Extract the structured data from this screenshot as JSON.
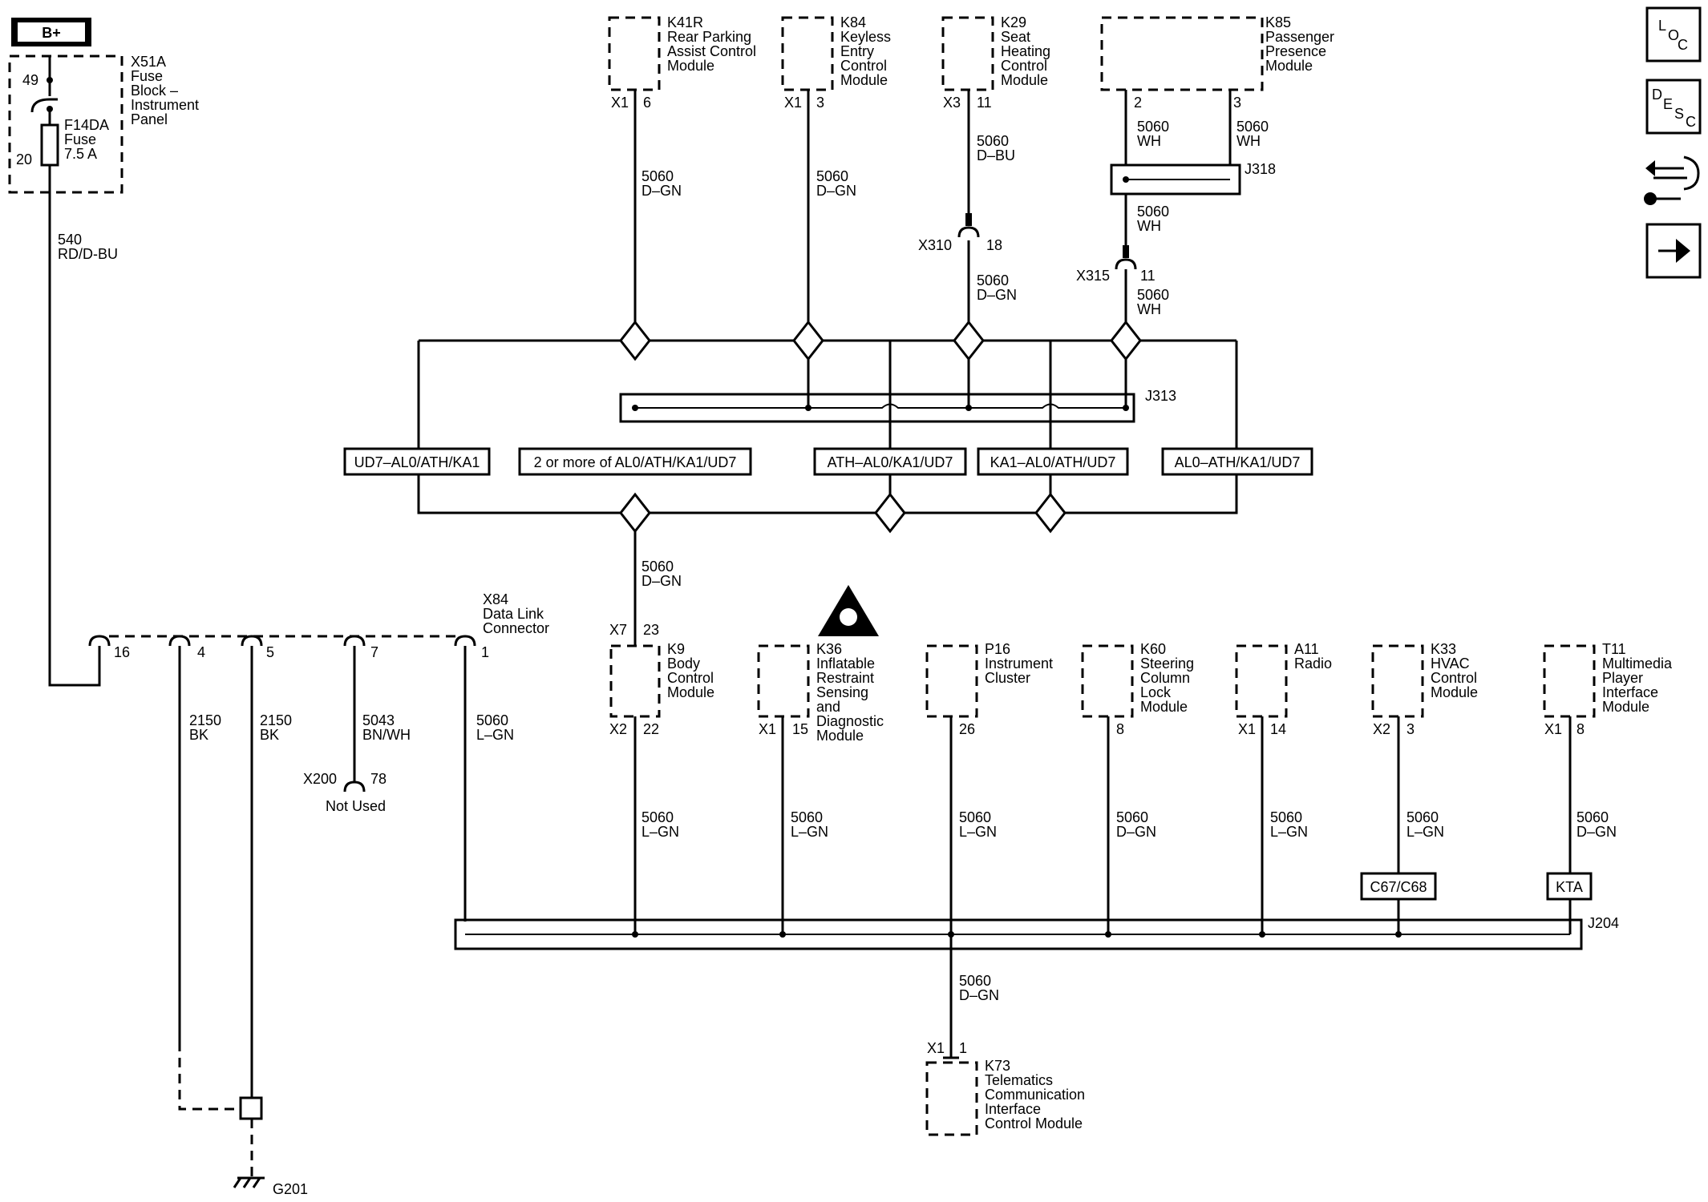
{
  "battery": {
    "label": "B+"
  },
  "fuse_block": {
    "name": "X51A",
    "desc": [
      "Fuse",
      "Block –",
      "Instrument",
      "Panel"
    ],
    "pin_top": "49",
    "pin_bottom": "20",
    "fuse": {
      "name": "F14DA",
      "desc": "Fuse",
      "rating": "7.5 A"
    }
  },
  "feed_wire": {
    "circuit": "540",
    "color": "RD/D-BU"
  },
  "top_modules": [
    {
      "id": "K41R",
      "desc": [
        "Rear Parking",
        "Assist Control",
        "Module"
      ],
      "connector": "X1",
      "pin": "6",
      "circuit": "5060",
      "color": "D–GN"
    },
    {
      "id": "K84",
      "desc": [
        "Keyless",
        "Entry",
        "Control",
        "Module"
      ],
      "connector": "X1",
      "pin": "3",
      "circuit": "5060",
      "color": "D–GN"
    },
    {
      "id": "K29",
      "desc": [
        "Seat",
        "Heating",
        "Control",
        "Module"
      ],
      "connector": "X3",
      "pin": "11",
      "circuit": "5060",
      "color": "D–BU"
    },
    {
      "id": "K85",
      "desc": [
        "Passenger",
        "Presence",
        "Module"
      ],
      "pin_a": "2",
      "pin_b": "3",
      "circuit": "5060",
      "color": "WH"
    }
  ],
  "inline_connectors": [
    {
      "id": "X310",
      "pin": "18",
      "circuit": "5060",
      "color": "D–GN"
    },
    {
      "id": "X315",
      "pin": "11",
      "circuit": "5060",
      "color": "WH"
    }
  ],
  "splices": {
    "j318": "J318",
    "j313": "J313",
    "j204": "J204",
    "j318_circuit": "5060",
    "j318_color": "WH"
  },
  "options": [
    "UD7–AL0/ATH/KA1",
    "2 or more of AL0/ATH/KA1/UD7",
    "ATH–AL0/KA1/UD7",
    "KA1–AL0/ATH/UD7",
    "AL0–ATH/KA1/UD7"
  ],
  "bcm_feed": {
    "circuit": "5060",
    "color": "D–GN"
  },
  "dlc": {
    "id": "X84",
    "desc": [
      "Data Link",
      "Connector"
    ],
    "pins": [
      {
        "pin": "16"
      },
      {
        "pin": "4",
        "circuit": "2150",
        "color": "BK"
      },
      {
        "pin": "5",
        "circuit": "2150",
        "color": "BK"
      },
      {
        "pin": "7",
        "circuit": "5043",
        "color": "BN/WH"
      },
      {
        "pin": "1",
        "circuit": "5060",
        "color": "L–GN"
      }
    ],
    "x200": {
      "id": "X200",
      "pin": "78",
      "note": "Not Used"
    }
  },
  "bottom_modules": [
    {
      "id": "K9",
      "desc": [
        "Body",
        "Control",
        "Module"
      ],
      "top_connector": "X7",
      "top_pin": "23",
      "connector": "X2",
      "pin": "22",
      "circuit": "5060",
      "color": "L–GN"
    },
    {
      "id": "K36",
      "desc": [
        "Inflatable",
        "Restraint",
        "Sensing",
        "and",
        "Diagnostic",
        "Module"
      ],
      "connector": "X1",
      "pin": "15",
      "circuit": "5060",
      "color": "L–GN"
    },
    {
      "id": "P16",
      "desc": [
        "Instrument",
        "Cluster"
      ],
      "connector": "",
      "pin": "26",
      "circuit": "5060",
      "color": "L–GN"
    },
    {
      "id": "K60",
      "desc": [
        "Steering",
        "Column",
        "Lock",
        "Module"
      ],
      "connector": "",
      "pin": "8",
      "circuit": "5060",
      "color": "D–GN"
    },
    {
      "id": "A11",
      "desc": [
        "Radio"
      ],
      "connector": "X1",
      "pin": "14",
      "circuit": "5060",
      "color": "L–GN"
    },
    {
      "id": "K33",
      "desc": [
        "HVAC",
        "Control",
        "Module"
      ],
      "connector": "X2",
      "pin": "3",
      "circuit": "5060",
      "color": "L–GN",
      "option": "C67/C68"
    },
    {
      "id": "T11",
      "desc": [
        "Multimedia",
        "Player",
        "Interface",
        "Module"
      ],
      "connector": "X1",
      "pin": "8",
      "circuit": "5060",
      "color": "D–GN",
      "option": "KTA"
    }
  ],
  "telematics": {
    "id": "K73",
    "desc": [
      "Telematics",
      "Communication",
      "Interface",
      "Control Module"
    ],
    "connector": "X1",
    "pin": "1",
    "circuit": "5060",
    "color": "D–GN"
  },
  "ground": {
    "id": "G201"
  },
  "side_icons": [
    {
      "name": "loc-icon",
      "letters": [
        "L",
        "O",
        "C"
      ]
    },
    {
      "name": "desc-icon",
      "letters": [
        "D",
        "E",
        "S",
        "C"
      ]
    },
    {
      "name": "connector-tool-icon"
    },
    {
      "name": "next-arrow-icon"
    }
  ]
}
